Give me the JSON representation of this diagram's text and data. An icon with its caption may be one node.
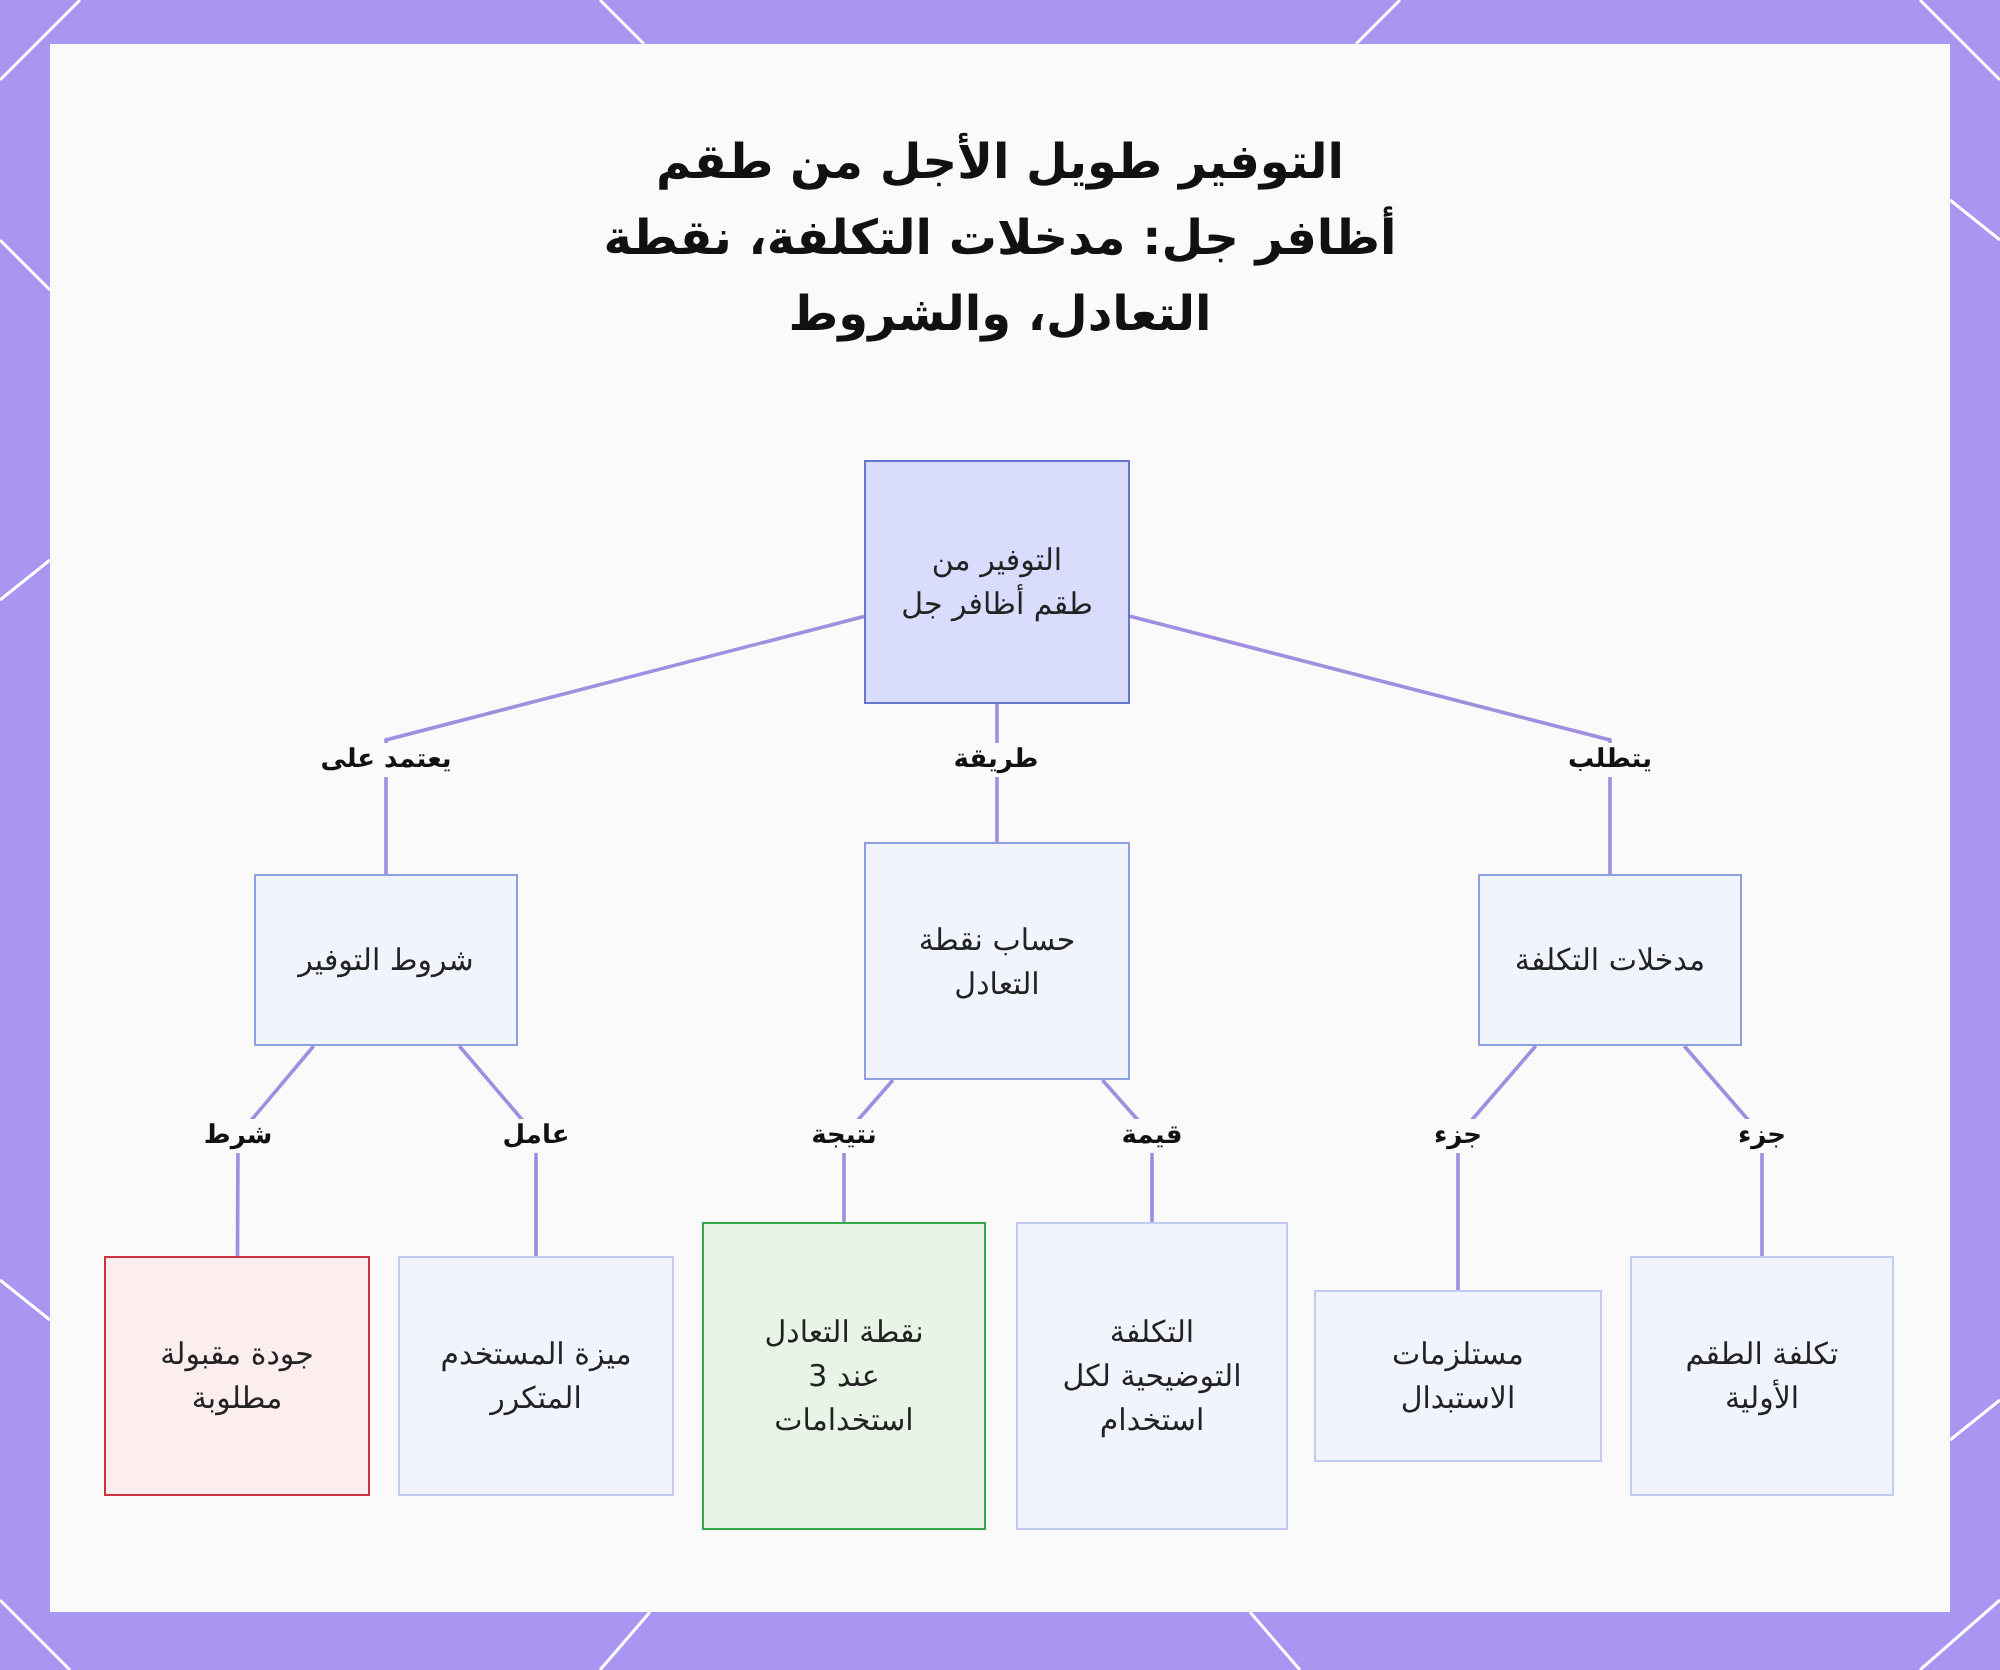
{
  "diagram": {
    "title": "التوفير طويل الأجل من طقم أظافر جل: مدخلات التكلفة، نقطة التعادل، والشروط",
    "nodes": [
      {
        "text": [
          "التوفير من طقم أظافر جل"
        ]
      },
      {
        "text": [
          "شروط التوفير"
        ]
      },
      {
        "text": [
          "حساب نقطة التعادل"
        ]
      },
      {
        "text": [
          "مدخلات التكلفة"
        ]
      },
      {
        "text": [
          "جودة مقبولة مطلوبة"
        ]
      },
      {
        "text": [
          "ميزة المستخدم المتكرر"
        ]
      },
      {
        "text": [
          "نقطة التعادل عند 3 استخدامات"
        ]
      },
      {
        "text": [
          "التكلفة التوضيحية لكل استخدام"
        ]
      },
      {
        "text": [
          "مستلزمات الاستبدال"
        ]
      },
      {
        "text": [
          "تكلفة الطقم الأولية"
        ]
      }
    ],
    "edges": [
      {
        "from": 0,
        "to": 1,
        "arrow": "none",
        "label": "يعتمد على"
      },
      {
        "from": 0,
        "to": 2,
        "arrow": "none",
        "label": "طريقة"
      },
      {
        "from": 0,
        "to": 3,
        "arrow": "none",
        "label": "يتطلب"
      },
      {
        "from": 1,
        "to": 4,
        "arrow": "none",
        "label": "شرط"
      },
      {
        "from": 1,
        "to": 5,
        "arrow": "none",
        "label": "عامل"
      },
      {
        "from": 2,
        "to": 6,
        "arrow": "none",
        "label": "نتيجة"
      },
      {
        "from": 2,
        "to": 7,
        "arrow": "none",
        "label": "قيمة"
      },
      {
        "from": 3,
        "to": 8,
        "arrow": "none",
        "label": "جزء"
      },
      {
        "from": 3,
        "to": 9,
        "arrow": "none",
        "label": "جزء"
      }
    ]
  }
}
